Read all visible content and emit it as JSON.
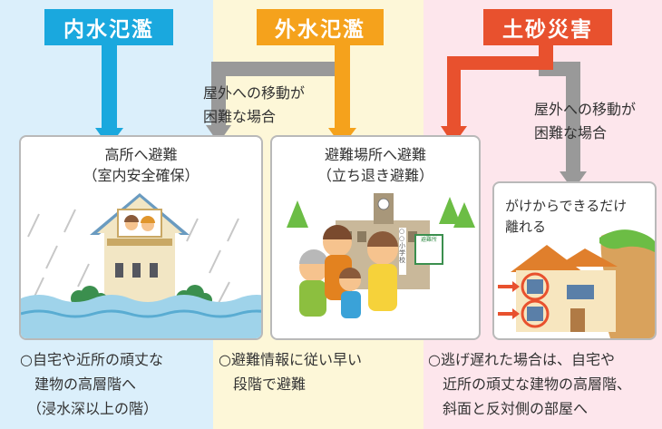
{
  "headers": {
    "inland": "内水氾濫",
    "river": "外水氾濫",
    "landslide": "土砂災害"
  },
  "notes": {
    "river_lines": [
      "屋外への移動が",
      "困難な場合"
    ],
    "landslide_lines": [
      "屋外への移動が",
      "困難な場合"
    ]
  },
  "panels": {
    "inland": {
      "lines": [
        "高所へ避難",
        "（室内安全確保）"
      ]
    },
    "river": {
      "lines": [
        "避難場所へ避難",
        "（立ち退き避難）"
      ],
      "school_sign": "○○小学校",
      "shelter_sign": "避難所"
    },
    "landslide": {
      "lines": [
        "がけからできるだけ",
        "離れる"
      ]
    }
  },
  "bottom": {
    "inland": [
      "○自宅や近所の頑丈な",
      "建物の高層階へ",
      "（浸水深以上の階）"
    ],
    "river": [
      "○避難情報に従い早い",
      "段階で避難"
    ],
    "landslide": [
      "○逃げ遅れた場合は、自宅や",
      "近所の頑丈な建物の高層階、",
      "斜面と反対側の部屋へ"
    ]
  },
  "colors": {
    "inland": "#1aa8de",
    "river": "#f5a21c",
    "landslide": "#e8512e",
    "gray_arrow": "#999999"
  }
}
